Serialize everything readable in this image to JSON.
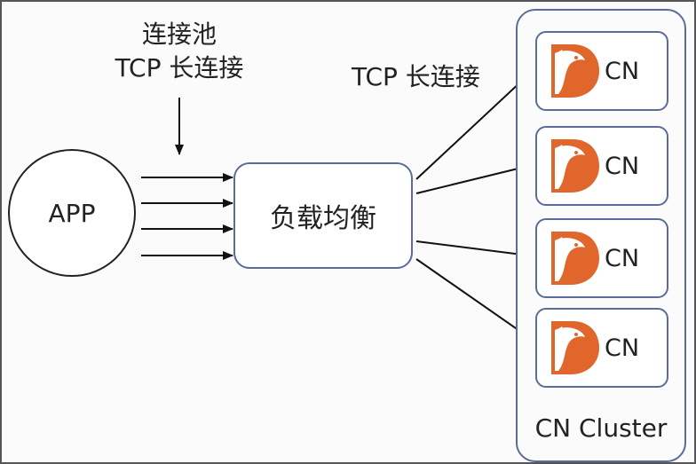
{
  "app": {
    "label": "APP"
  },
  "connection_pool": {
    "line1": "连接池",
    "line2": "TCP 长连接"
  },
  "lb_link": {
    "label": "TCP 长连接"
  },
  "load_balancer": {
    "label": "负载均衡"
  },
  "cluster": {
    "label": "CN Cluster",
    "nodes": [
      {
        "label": "CN",
        "icon": "cn-logo-icon"
      },
      {
        "label": "CN",
        "icon": "cn-logo-icon"
      },
      {
        "label": "CN",
        "icon": "cn-logo-icon"
      },
      {
        "label": "CN",
        "icon": "cn-logo-icon"
      }
    ]
  },
  "colors": {
    "logo_orange": "#e0662b",
    "box_border": "#5b6c9a",
    "line": "#111111"
  }
}
